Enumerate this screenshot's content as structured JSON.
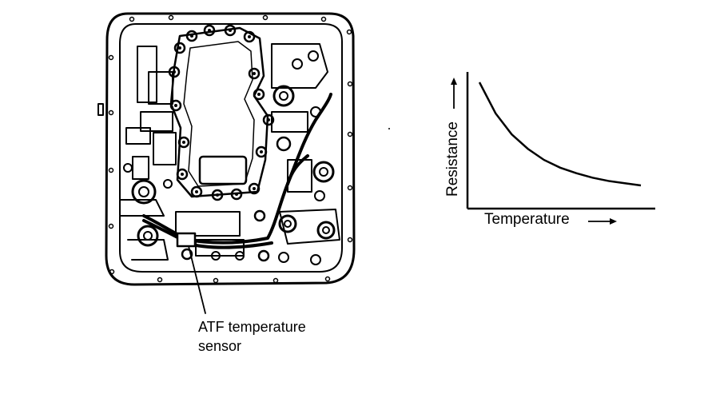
{
  "diagram": {
    "callout": {
      "line1": "ATF temperature",
      "line2": "sensor"
    },
    "graph": {
      "x_label": "Temperature",
      "y_label": "Resistance"
    }
  },
  "chart_data": {
    "type": "line",
    "title": "",
    "xlabel": "Temperature",
    "ylabel": "Resistance",
    "grid": false,
    "trend": "resistance decreases as temperature increases",
    "series": [
      {
        "x": [
          0,
          1,
          2,
          3,
          4,
          5,
          6,
          7,
          8,
          9,
          10
        ],
        "y": [
          10,
          7.2,
          5.3,
          4.0,
          3.0,
          2.3,
          1.8,
          1.4,
          1.1,
          0.9,
          0.7
        ]
      }
    ]
  }
}
